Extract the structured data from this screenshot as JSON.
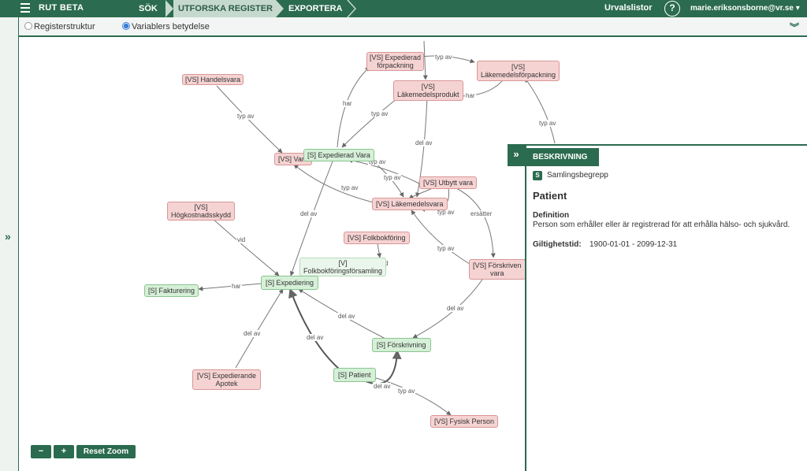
{
  "topbar": {
    "brand": "RUT BETA",
    "tabs": [
      "SÖK",
      "UTFORSKA REGISTER",
      "EXPORTERA"
    ],
    "urvalslistor": "Urvalslistor",
    "help": "?",
    "user": "marie.eriksonsborne@vr.se ▾"
  },
  "options": {
    "registerstruktur": "Registerstruktur",
    "variablers_betydelse": "Variablers betydelse",
    "selected": "Variablers betydelse"
  },
  "graph": {
    "nodes": {
      "handelsvara": "[VS] Handelsvara",
      "expedierad_forpackning_1": "[VS] Expedierad",
      "expedierad_forpackning_2": "förpackning",
      "lakemedelsforpackning_1": "[VS]",
      "lakemedelsforpackning_2": "Läkemedelsförpackning",
      "lakemedelsprodukt_1": "[VS]",
      "lakemedelsprodukt_2": "Läkemedelsprodukt",
      "vara": "[VS] Vara",
      "expedierad_vara": "[S] Expedierad Vara",
      "utbytt_vara": "[VS] Utbytt vara",
      "lakemedelsvara": "[VS] Läkemedelsvara",
      "hogkostnadsskydd_1": "[VS]",
      "hogkostnadsskydd_2": "Högkostnadsskydd",
      "folkbokforing": "[VS] Folkbokföring",
      "folkbokforingsforsamling_1": "[V]",
      "folkbokforingsforsamling_2": "Folkbokföringsförsamling",
      "forskriven_vara_1": "[VS] Förskriven",
      "forskriven_vara_2": "vara",
      "fakturering": "[S] Fakturering",
      "expediering": "[S] Expediering",
      "forskrivning": "[S] Förskrivning",
      "patient": "[S] Patient",
      "expedierande_apotek_1": "[VS] Expedierande",
      "expedierande_apotek_2": "Apotek",
      "fysisk_person": "[VS] Fysisk Person"
    },
    "edge_labels": {
      "typav_1": "typ av",
      "typav_2": "typ av",
      "typav_3": "typ av",
      "typav_4": "typ av",
      "typav_5": "typ av",
      "typav_6": "typ av",
      "typav_7": "typ av",
      "typav_8": "typ av",
      "typav_9": "typ av",
      "typav_10": "typ av",
      "typav_11": "typ av",
      "har_1": "har",
      "har_2": "har",
      "har_3": "har",
      "delav_1": "del av",
      "delav_2": "del av",
      "delav_3": "del av",
      "delav_4": "del av",
      "delav_5": "del av",
      "delav_6": "del av",
      "delav_7": "del av",
      "vid": "vid",
      "ersatter": "ersätter",
      "d": "d"
    }
  },
  "zoom": {
    "minus": "−",
    "plus": "+",
    "reset": "Reset Zoom"
  },
  "panel": {
    "tab": "BESKRIVNING",
    "badge": "S",
    "type": "Samlingsbegrepp",
    "title": "Patient",
    "definition_label": "Definition",
    "definition": "Person som erhåller eller är registrerad för att erhålla hälso- och sjukvård.",
    "validity_label": "Giltighetstid:",
    "validity": "1900-01-01 - 2099-12-31"
  },
  "colors": {
    "primary": "#2b6b4f",
    "vs_node": "#f6d3d3",
    "s_node": "#d6f0d8"
  }
}
